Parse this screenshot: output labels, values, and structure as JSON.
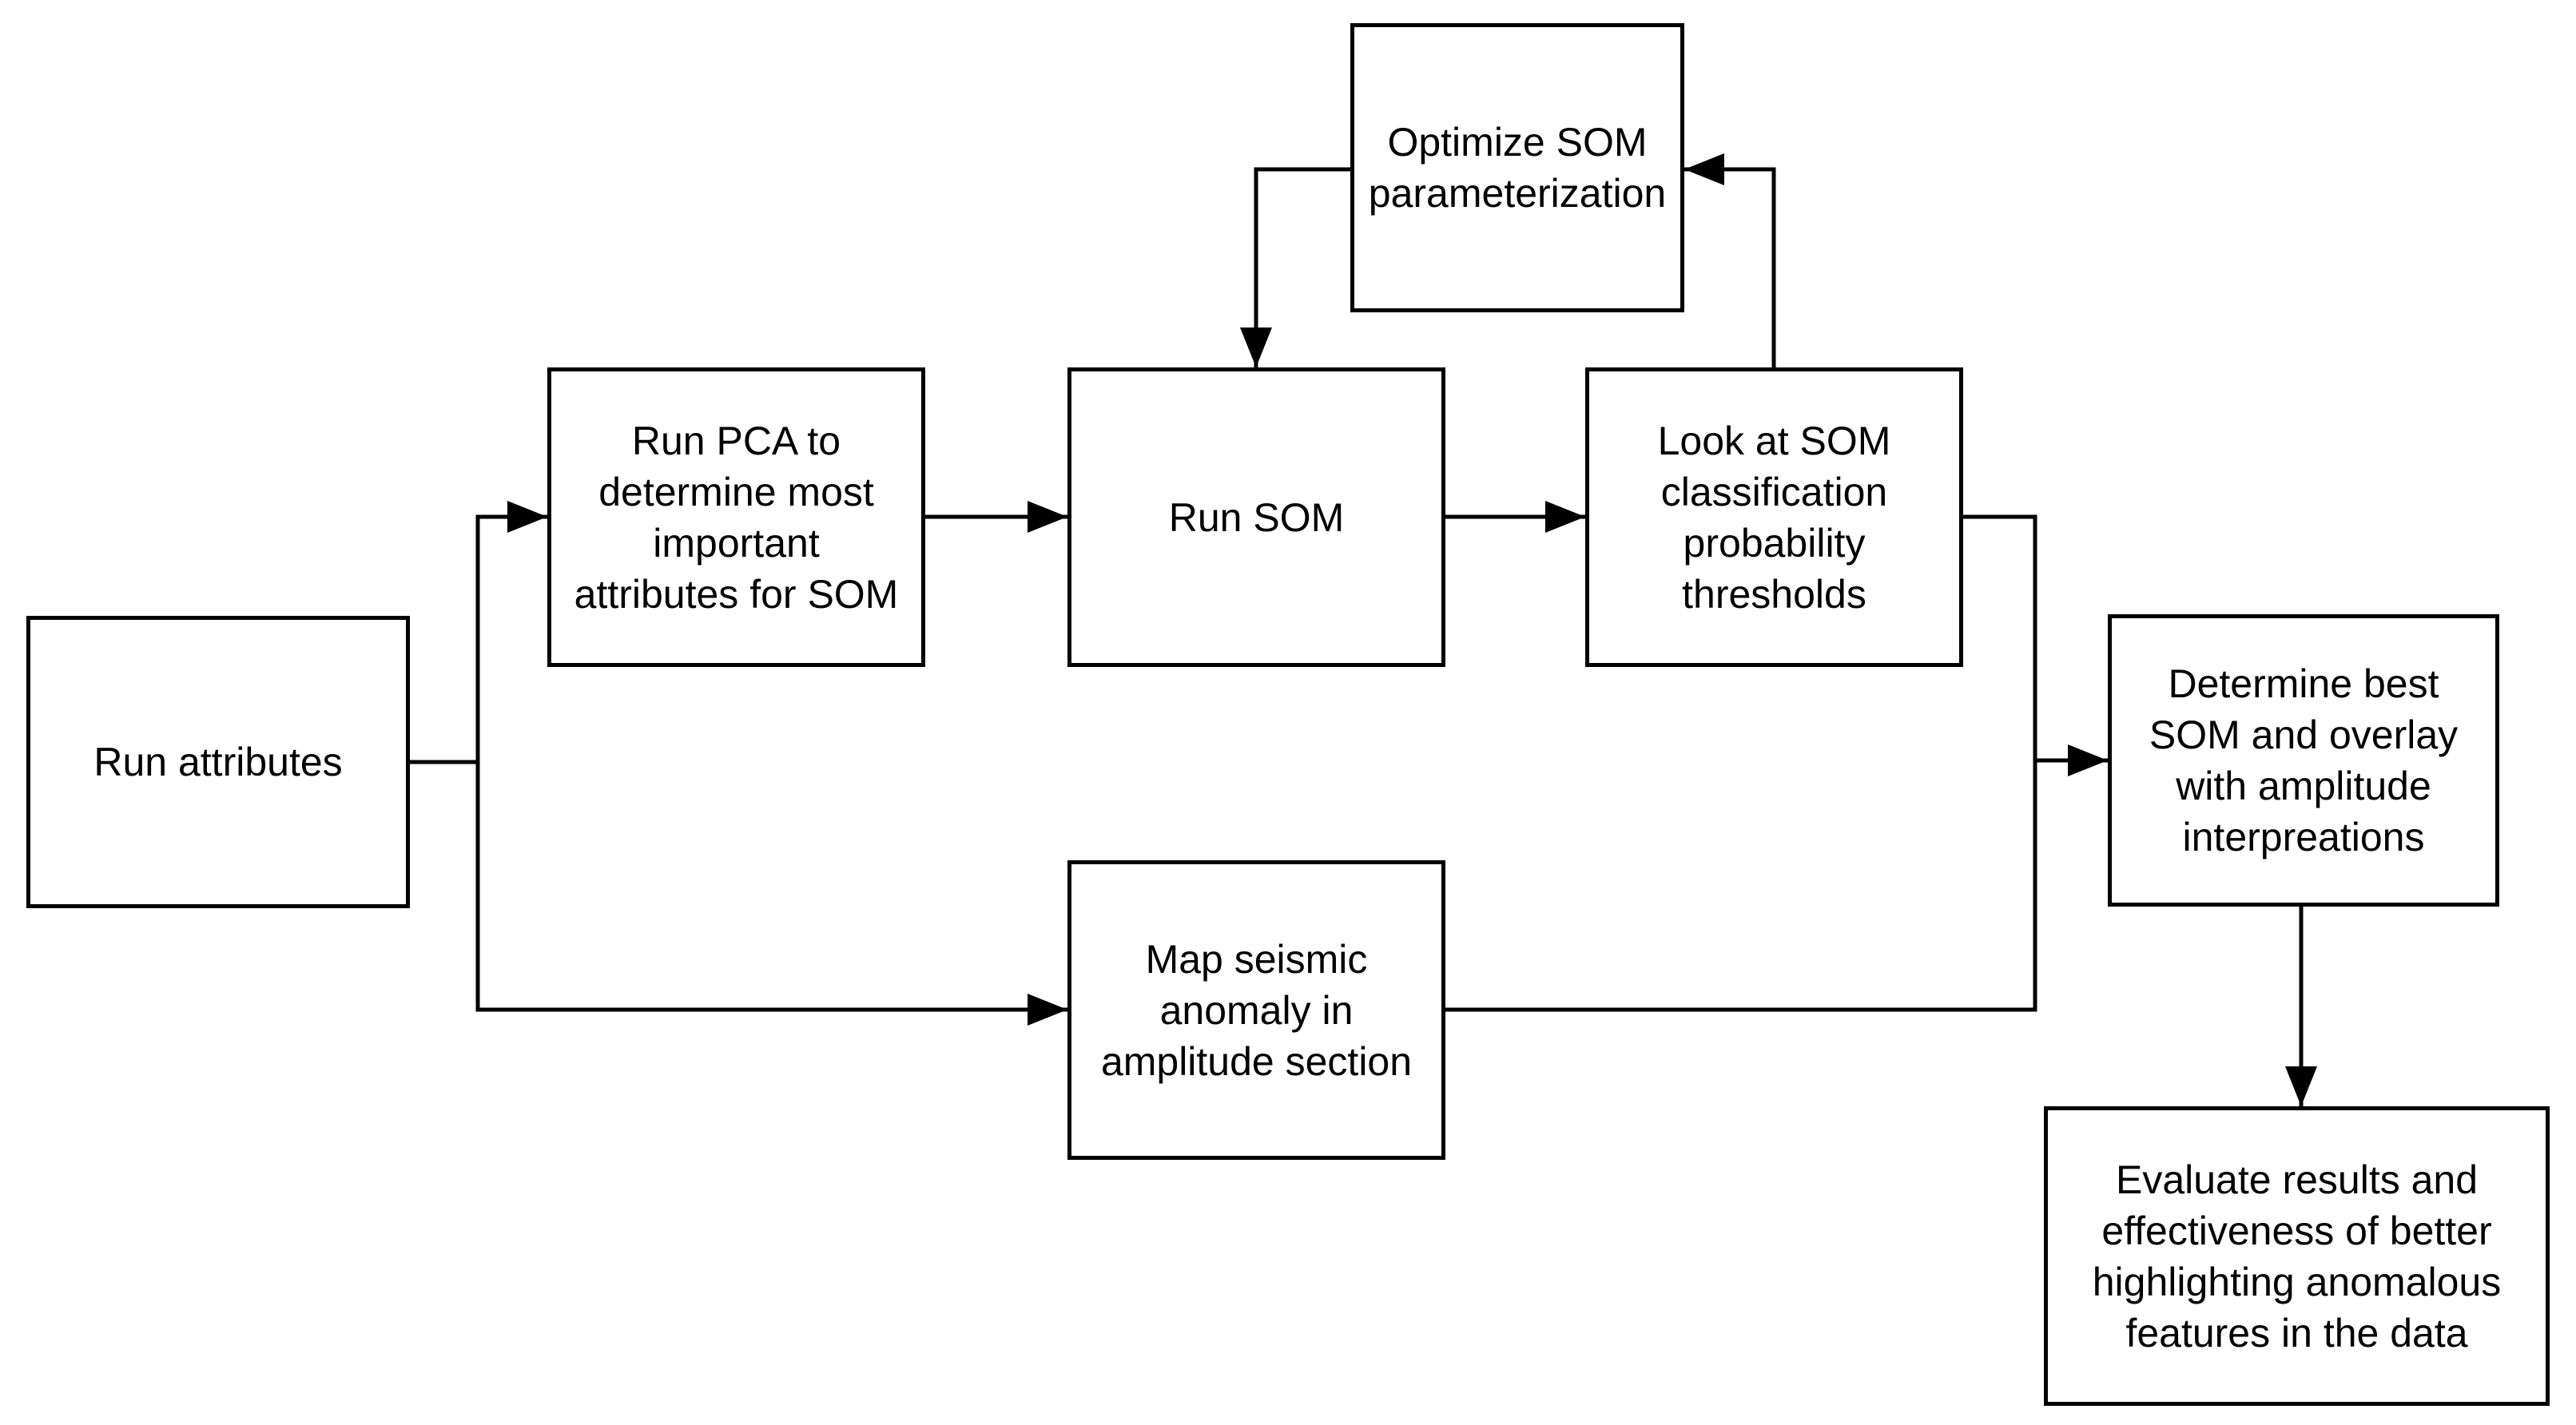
{
  "colors": {
    "background": "#ffffff",
    "box_fill": "#ffffff",
    "box_border": "#000000",
    "line": "#000000",
    "text": "#000000"
  },
  "nodes": {
    "run_attributes": {
      "label": "Run attributes",
      "lines": [
        "Run attributes"
      ]
    },
    "run_pca": {
      "label": "Run PCA to determine most important attributes for SOM",
      "lines": [
        "Run PCA to",
        "determine most",
        "important",
        "attributes for SOM"
      ]
    },
    "run_som": {
      "label": "Run SOM",
      "lines": [
        "Run SOM"
      ]
    },
    "optimize_som": {
      "label": "Optimize SOM parameterization",
      "lines": [
        "Optimize SOM",
        "parameterization"
      ]
    },
    "look_at_som": {
      "label": "Look at SOM classification probability thresholds",
      "lines": [
        "Look at SOM",
        "classification",
        "probability",
        "thresholds"
      ]
    },
    "map_seismic": {
      "label": "Map seismic anomaly in amplitude section",
      "lines": [
        "Map seismic",
        "anomaly in",
        "amplitude section"
      ]
    },
    "determine_best": {
      "label": "Determine best SOM and overlay with amplitude interpreations",
      "lines": [
        "Determine best",
        "SOM and overlay",
        "with amplitude",
        "interpreations"
      ]
    },
    "evaluate_results": {
      "label": "Evaluate results and effectiveness of better highlighting anomalous features in the data",
      "lines": [
        "Evaluate results and",
        "effectiveness of better",
        "highlighting anomalous",
        "features in the data"
      ]
    }
  },
  "connections": [
    {
      "from": "run_attributes",
      "to": "run_pca",
      "arrow": true
    },
    {
      "from": "run_attributes",
      "to": "map_seismic",
      "arrow": true
    },
    {
      "from": "run_pca",
      "to": "run_som",
      "arrow": true
    },
    {
      "from": "run_som",
      "to": "look_at_som",
      "arrow": true
    },
    {
      "from": "optimize_som",
      "to": "run_som",
      "arrow": true
    },
    {
      "from": "look_at_som",
      "to": "optimize_som",
      "arrow": true
    },
    {
      "from": "look_at_som",
      "to": "determine_best",
      "arrow": true
    },
    {
      "from": "map_seismic",
      "to": "determine_best",
      "arrow": true
    },
    {
      "from": "determine_best",
      "to": "evaluate_results",
      "arrow": true
    }
  ]
}
